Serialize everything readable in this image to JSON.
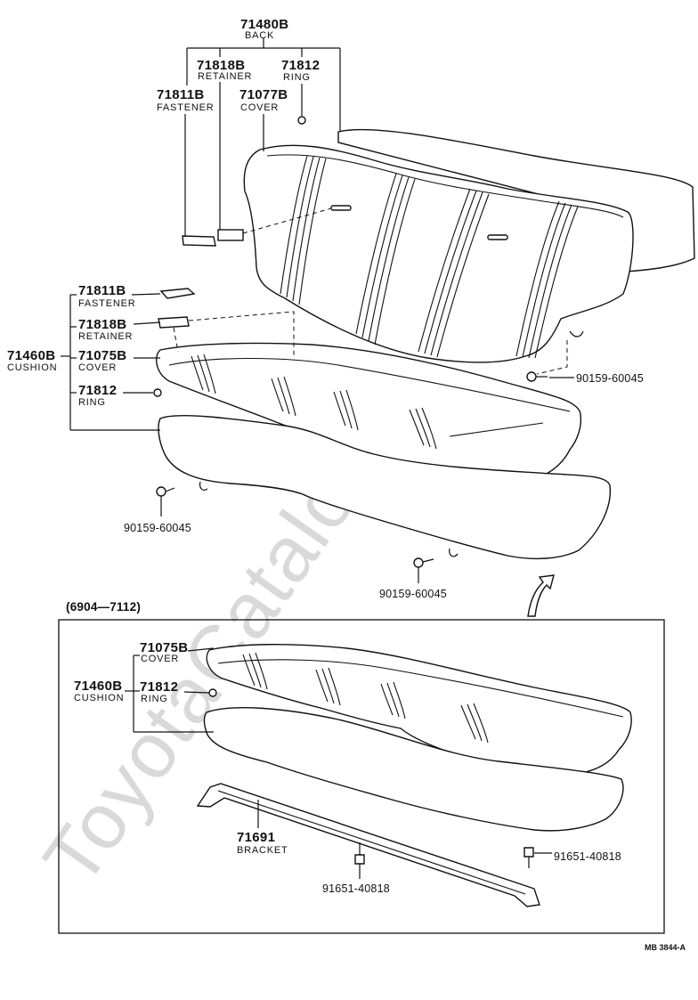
{
  "watermark": "ToyotaCatalog.ru",
  "back_group": {
    "code": "71480B",
    "desc": "BACK",
    "retainer": {
      "code": "71818B",
      "desc": "RETAINER"
    },
    "ring": {
      "code": "71812",
      "desc": "RING"
    },
    "fastener": {
      "code": "71811B",
      "desc": "FASTENER"
    },
    "cover": {
      "code": "71077B",
      "desc": "COVER"
    }
  },
  "cushion_group": {
    "code": "71460B",
    "desc": "CUSHION",
    "fastener": {
      "code": "71811B",
      "desc": "FASTENER"
    },
    "retainer": {
      "code": "71818B",
      "desc": "RETAINER"
    },
    "cover": {
      "code": "71075B",
      "desc": "COVER"
    },
    "ring": {
      "code": "71812",
      "desc": "RING"
    }
  },
  "bolts": {
    "right": "90159-60045",
    "left": "90159-60045",
    "bottom": "90159-60045"
  },
  "inset": {
    "title": "(6904—7112)",
    "cushion": {
      "code": "71460B",
      "desc": "CUSHION"
    },
    "cover": {
      "code": "71075B",
      "desc": "COVER"
    },
    "ring": {
      "code": "71812",
      "desc": "RING"
    },
    "bracket": {
      "code": "71691",
      "desc": "BRACKET"
    },
    "bolt_right": "91651-40818",
    "bolt_bottom": "91651-40818"
  },
  "diagram_code": "MB 3844-A"
}
